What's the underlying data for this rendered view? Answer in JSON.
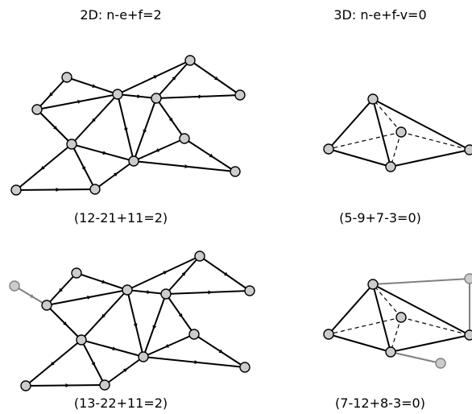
{
  "titles": {
    "left": "2D: n-e+f=2",
    "right": "3D: n-e+f-v=0"
  },
  "captions": {
    "top_left": "(12-21+11=2)",
    "top_right": "(5-9+7-3=0)",
    "bottom_left": "(13-22+11=2)",
    "bottom_right": "(7-12+8-3=0)"
  },
  "colors": {
    "edge": "#000000",
    "node_fill": "#cccccc",
    "node_stroke": "#000000",
    "added_edge": "#808080",
    "added_node_stroke": "#808080"
  }
}
